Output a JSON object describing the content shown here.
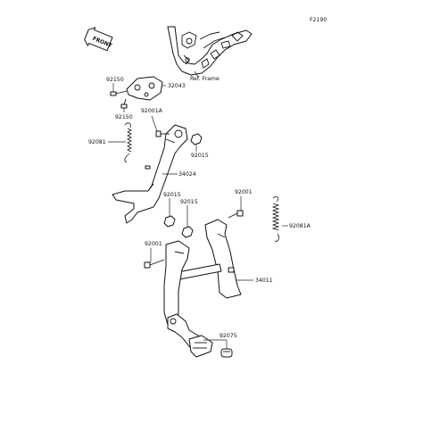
{
  "figure_code": "F2190",
  "front_badge": "FRONT",
  "parts": {
    "p92150_top": "92150",
    "p32043": "32043",
    "p92150_bot": "92150",
    "p92001A": "92001A",
    "p92081": "92081",
    "p92015_a": "92015",
    "p34024": "34024",
    "p92015_b": "92015",
    "p92015_c": "92015",
    "p92001_r": "92001",
    "p92081A": "92081A",
    "p92001_l": "92001",
    "p34011": "34011",
    "p92075": "92075"
  },
  "ref_frame": "Ref. Frame"
}
